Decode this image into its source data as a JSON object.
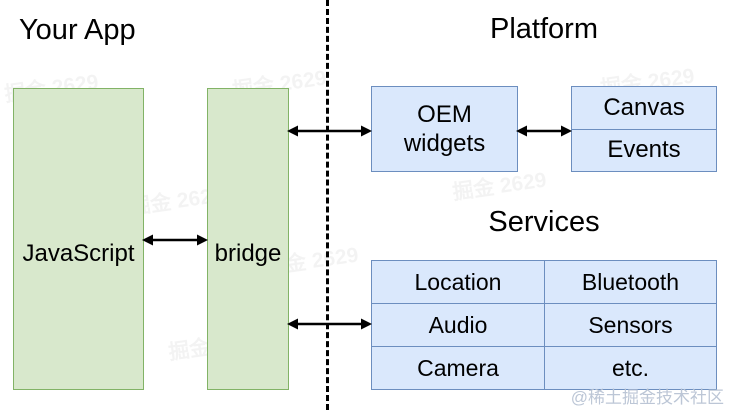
{
  "diagram": {
    "sections": {
      "left_title": "Your App",
      "platform_title": "Platform",
      "services_title": "Services"
    },
    "app_boxes": [
      {
        "id": "javascript",
        "label": "JavaScript"
      },
      {
        "id": "bridge",
        "label": "bridge"
      }
    ],
    "platform": {
      "oem_widgets": {
        "line1": "OEM",
        "line2": "widgets"
      },
      "canvas_events": [
        {
          "label": "Canvas"
        },
        {
          "label": "Events"
        }
      ]
    },
    "services": {
      "rows": [
        {
          "left": "Location",
          "right": "Bluetooth"
        },
        {
          "left": "Audio",
          "right": "Sensors"
        },
        {
          "left": "Camera",
          "right": "etc."
        }
      ]
    },
    "connectors": [
      {
        "id": "js-bridge",
        "from": "JavaScript",
        "to": "bridge",
        "style": "double-arrow"
      },
      {
        "id": "bridge-oem",
        "from": "bridge",
        "to": "OEM widgets",
        "style": "double-arrow"
      },
      {
        "id": "oem-canvas",
        "from": "OEM widgets",
        "to": "Canvas / Events",
        "style": "double-arrow"
      },
      {
        "id": "bridge-services",
        "from": "bridge",
        "to": "Services",
        "style": "double-arrow"
      }
    ],
    "divider": {
      "orientation": "vertical",
      "style": "dashed"
    },
    "colors": {
      "app_fill": "#d8e8cc",
      "app_stroke": "#82b366",
      "platform_fill": "#dae8fc",
      "platform_stroke": "#6c8ebf",
      "text": "#000000",
      "background": "#ffffff"
    },
    "watermarks": {
      "faint_text": "掘金 2629",
      "brand_text": "@稀土掘金技术社区"
    }
  }
}
